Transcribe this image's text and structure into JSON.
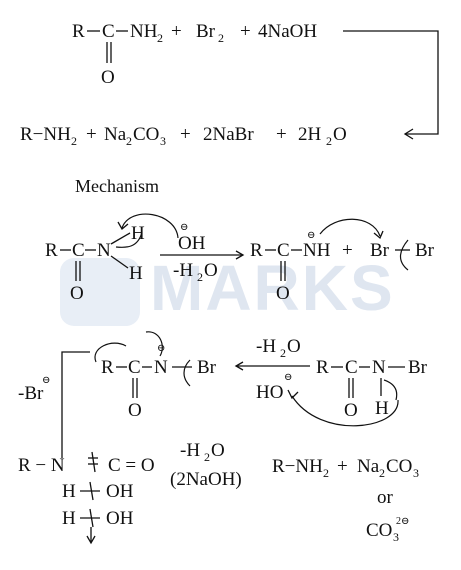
{
  "watermark": {
    "text": "MARKS",
    "color": "#dfe6f0"
  },
  "overall_reaction": {
    "reactant_amide_r": "R",
    "reactant_amide_c": "C",
    "reactant_amide_nh2": "NH",
    "reactant_amide_nh2_sub": "2",
    "reactant_amide_o": "O",
    "plus_1": "+",
    "br2": "Br",
    "br2_sub": "2",
    "plus_2": "+",
    "naoh": "4NaOH",
    "products_line": {
      "r_nh2": "R−NH",
      "r_nh2_sub": "2",
      "plus_a": "+",
      "na2co3_na": "Na",
      "na2co3_sub1": "2",
      "na2co3_co": "CO",
      "na2co3_sub2": "3",
      "plus_b": "+",
      "nabr": "2NaBr",
      "plus_c": "+",
      "h2o": "2H",
      "h2o_sub": "2",
      "h2o_o": "O"
    }
  },
  "mechanism": {
    "heading": "Mechanism",
    "step1": {
      "r": "R",
      "c": "C",
      "n": "N",
      "h_top": "H",
      "h_bottom": "H",
      "o": "O",
      "hydroxide": "OH",
      "minus_symbol": "⊖",
      "conditions": "-H",
      "conditions_sub": "2",
      "conditions_o": "O",
      "product_r": "R",
      "product_c": "C",
      "product_nh": "NH",
      "product_o": "O",
      "plus": "+",
      "br_left": "Br",
      "br_right": "Br"
    },
    "step2": {
      "conditions": "-H",
      "conditions_sub": "2",
      "conditions_o": "O",
      "r": "R",
      "c": "C",
      "n": "N",
      "br": "Br",
      "h": "H",
      "o": "O",
      "hydroxide": "HO",
      "minus_symbol": "⊖"
    },
    "step3": {
      "r": "R",
      "c": "C",
      "n": "N",
      "o": "O",
      "leaving": "Br",
      "minus_symbol": "⊖",
      "loss_label": "-Br"
    },
    "step4": {
      "isocyanate": "R − N",
      "eq_c": "C = O",
      "h1": "H",
      "oh1": "OH",
      "h2": "H",
      "oh2": "OH",
      "conditions_line1": "-H",
      "conditions_line1_sub": "2",
      "conditions_line1_o": "O",
      "conditions_line2": "(2NaOH)",
      "product_r_nh2": "R−NH",
      "product_r_nh2_sub": "2",
      "product_plus": "+",
      "product_na": "Na",
      "product_na_sub": "2",
      "product_co": "CO",
      "product_co_sub": "3",
      "or": "or",
      "carbonate_co": "CO",
      "carbonate_sub": "3",
      "carbonate_charge": "2⊖"
    }
  }
}
